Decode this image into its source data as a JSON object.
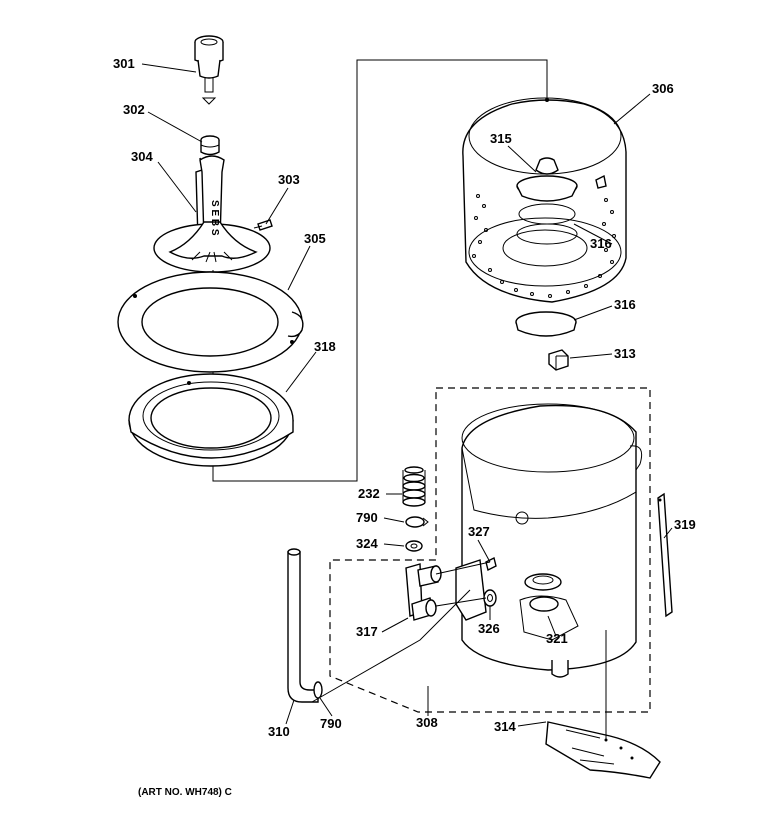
{
  "labels": {
    "p301": "301",
    "p302": "302",
    "p304": "304",
    "p303": "303",
    "p305": "305",
    "p318": "318",
    "p306": "306",
    "p315": "315",
    "p316a": "316",
    "p316b": "316",
    "p313": "313",
    "p232": "232",
    "p790a": "790",
    "p324": "324",
    "p327": "327",
    "p319": "319",
    "p317": "317",
    "p326": "326",
    "p321": "321",
    "p310": "310",
    "p790b": "790",
    "p308": "308",
    "p314": "314"
  },
  "caption": "(ART NO. WH748) C"
}
